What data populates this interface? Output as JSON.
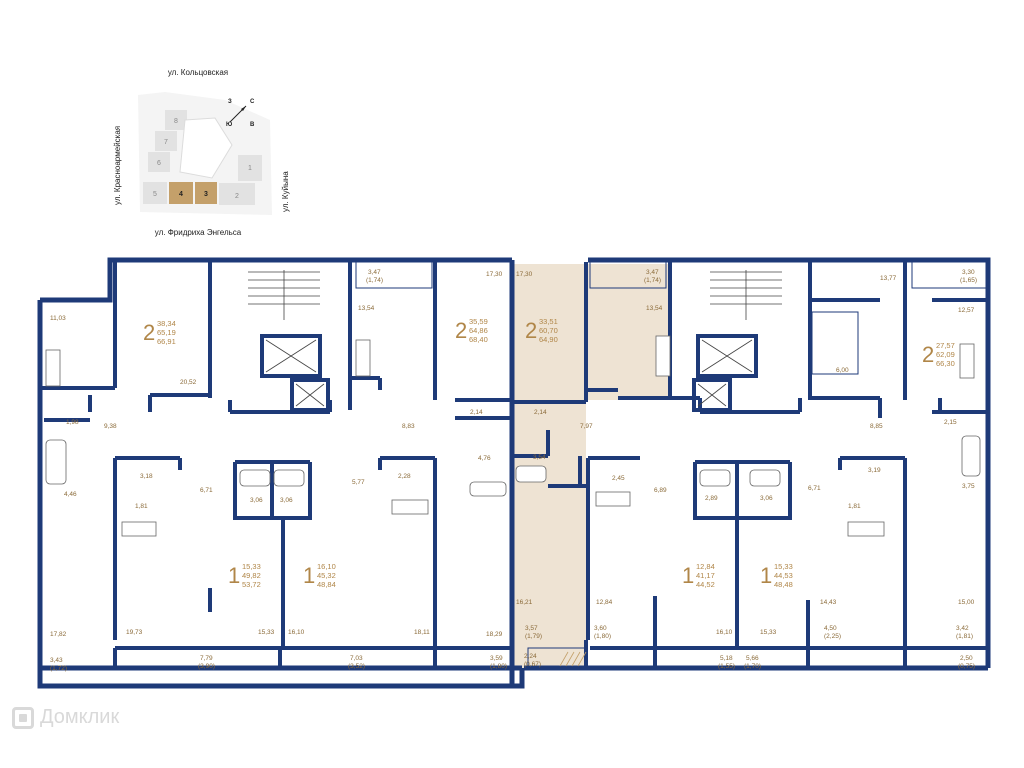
{
  "key_plan": {
    "streets": {
      "north": "ул. Кольцовская",
      "west": "ул. Красноармейская",
      "east": "ул. Куйына",
      "south": "ул. Фридриха Энгельса"
    },
    "compass": [
      "С",
      "В",
      "Ю",
      "З"
    ],
    "sections": [
      "8",
      "7",
      "6",
      "5",
      "4",
      "3",
      "2",
      "1"
    ],
    "highlighted": [
      "4",
      "3"
    ],
    "colors": {
      "highlight": "#c4a06a",
      "section": "#ececec"
    }
  },
  "colors": {
    "wall": "#1e3a78",
    "text": "#b08648",
    "selected_apartment": "#eee3d3"
  },
  "apartments": [
    {
      "rooms": "2",
      "areas": [
        "38,34",
        "65,19",
        "66,91"
      ]
    },
    {
      "rooms": "2",
      "areas": [
        "35,59",
        "64,86",
        "68,40"
      ]
    },
    {
      "rooms": "2",
      "areas": [
        "33,51",
        "60,70",
        "64,90"
      ],
      "selected": true
    },
    {
      "rooms": "2",
      "areas": [
        "27,57",
        "62,09",
        "66,30"
      ]
    },
    {
      "rooms": "1",
      "areas": [
        "15,33",
        "49,82",
        "53,72"
      ]
    },
    {
      "rooms": "1",
      "areas": [
        "16,10",
        "45,32",
        "48,84"
      ]
    },
    {
      "rooms": "1",
      "areas": [
        "12,84",
        "41,17",
        "44,52"
      ]
    },
    {
      "rooms": "1",
      "areas": [
        "15,33",
        "44,53",
        "48,48"
      ]
    }
  ],
  "room_areas": [
    "11,03",
    "20,52",
    "9,38",
    "1,98",
    "4,46",
    "17,82",
    "3,43",
    "(1,72)",
    "3,47",
    "(1,74)",
    "13,54",
    "17,30",
    "8,83",
    "2,14",
    "4,76",
    "18,29",
    "3,59",
    "(1,80)",
    "17,30",
    "2,14",
    "3,54",
    "7,97",
    "16,21",
    "3,57",
    "(1,79)",
    "2,24",
    "(0,67)",
    "3,47",
    "(1,74)",
    "13,54",
    "2,45",
    "6,89",
    "3,60",
    "(1,80)",
    "12,84",
    "16,10",
    "5,18",
    "(1,55)",
    "13,77",
    "6,00",
    "3,30",
    "(1,65)",
    "12,57",
    "8,85",
    "2,15",
    "3,75",
    "3,19",
    "6,71",
    "1,81",
    "15,00",
    "3,42",
    "(1,81)",
    "2,50",
    "(0,75)",
    "14,43",
    "4,50",
    "(2,25)",
    "5,66",
    "(1,70)",
    "15,33",
    "3,18",
    "6,71",
    "1,81",
    "3,06",
    "3,06",
    "2,28",
    "5,77",
    "19,73",
    "15,33",
    "16,10",
    "18,11",
    "7,79",
    "(3,90)",
    "7,03",
    "(3,52)",
    "2,89",
    "3,06"
  ],
  "watermark": "Домклик"
}
